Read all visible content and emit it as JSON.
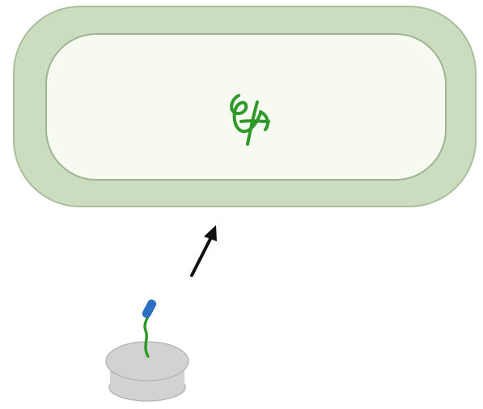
{
  "diagram": {
    "cell": {
      "kind": "bacterial-cell",
      "wall_color": "#cbdcbf",
      "wall_stroke": "#a9bf9c",
      "cytoplasm_color": "#f6faf0",
      "cytoplasm_stroke": "#9fb592"
    },
    "dna": {
      "kind": "dna-squiggle",
      "color": "#2f9a2a"
    },
    "arrow": {
      "kind": "injection-arrow",
      "color": "#111111"
    },
    "syringe": {
      "kind": "microinjection-device",
      "base_color": "#d2d2d2",
      "base_stroke": "#b8b8b8",
      "strand_color": "#2f9a2a",
      "tip_color": "#2f6fc2"
    }
  }
}
